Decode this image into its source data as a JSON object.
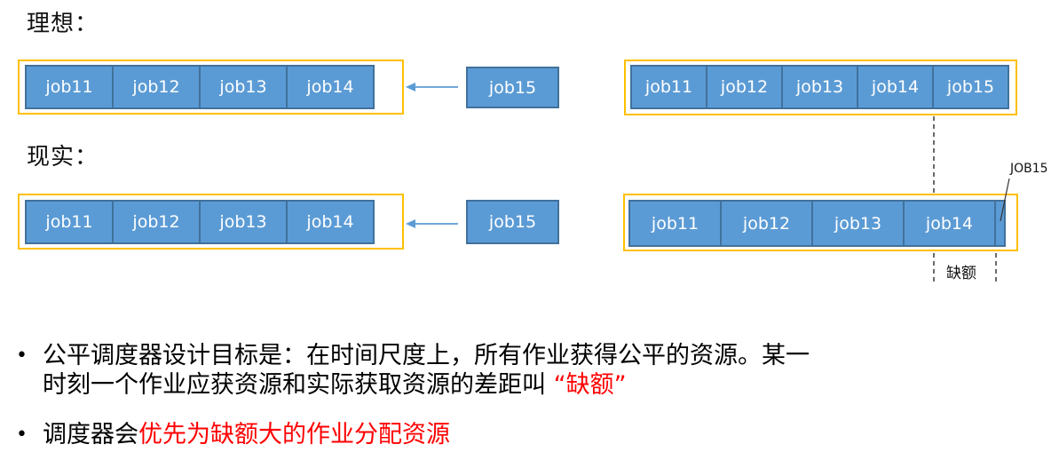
{
  "titles": {
    "ideal": "理想：",
    "reality": "现实："
  },
  "ideal_row": {
    "container_jobs": [
      "job11",
      "job12",
      "job13",
      "job14"
    ],
    "pending_job": "job15",
    "result_jobs": [
      "job11",
      "job12",
      "job13",
      "job14",
      "job15"
    ]
  },
  "reality_row": {
    "container_jobs": [
      "job11",
      "job12",
      "job13",
      "job14"
    ],
    "pending_job": "job15",
    "result_jobs": [
      "job11",
      "job12",
      "job13",
      "job14"
    ],
    "sliver_callout": "JOB15",
    "deficit_label": "缺额"
  },
  "bullets": {
    "marker": "•",
    "b1_line1": "公平调度器设计目标是：在时间尺度上，所有作业获得公平的资源。某一",
    "b1_line2_black": "时刻一个作业应获资源和实际获取资源的差距叫 ",
    "b1_line2_red": "“缺额”",
    "b2_black": "调度器会",
    "b2_red": "优先为缺额大的作业分配资源"
  },
  "colors": {
    "box_fill": "#5B9BD5",
    "box_border": "#41719C",
    "container_border": "#FFC000",
    "arrow": "#5B9BD5",
    "red_text": "#FF0000",
    "dashed_line": "#2b2b2b"
  }
}
